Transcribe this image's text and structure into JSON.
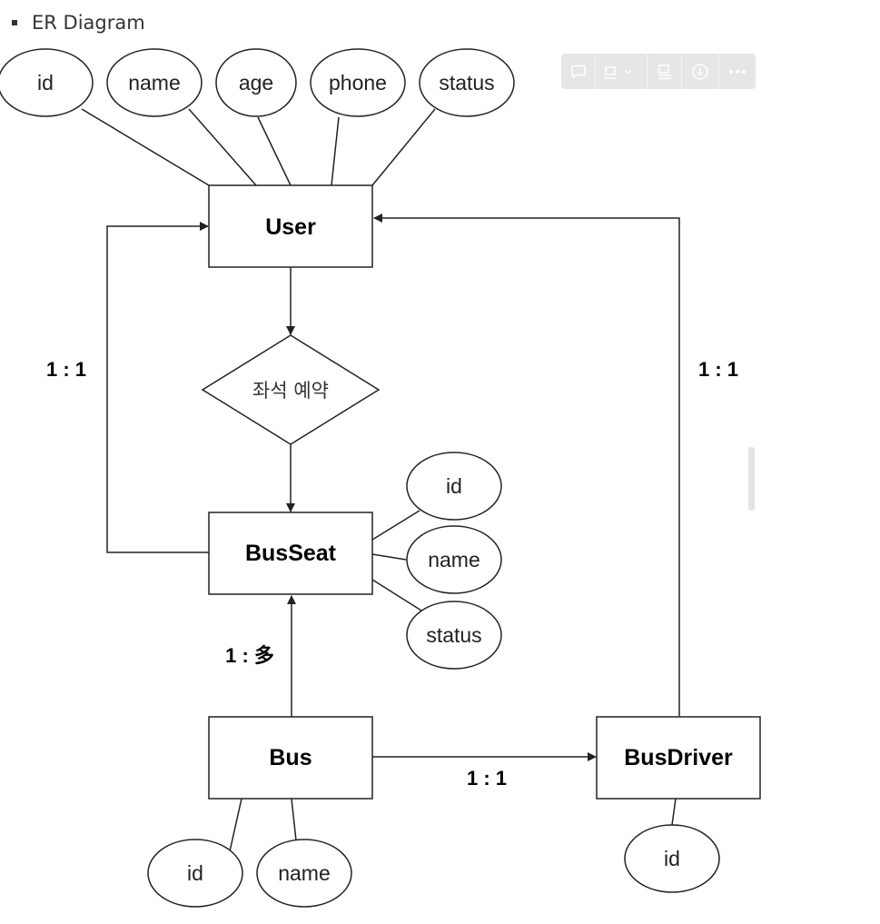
{
  "heading": "ER Diagram",
  "toolbar": {
    "buttons": [
      "comment-icon",
      "layout-icon",
      "align-icon",
      "download-icon",
      "more-icon"
    ]
  },
  "entities": {
    "user": "User",
    "busseat": "BusSeat",
    "bus": "Bus",
    "busdriver": "BusDriver"
  },
  "relationship": "좌석 예약",
  "attributes": {
    "user": [
      "id",
      "name",
      "age",
      "phone",
      "status"
    ],
    "busseat": [
      "id",
      "name",
      "status"
    ],
    "bus": [
      "id",
      "name"
    ],
    "busdriver": [
      "id"
    ]
  },
  "cardinalities": {
    "user_busseat": "1 : 1",
    "user_busdriver": "1 : 1",
    "bus_busseat": "1 : 多",
    "bus_busdriver": "1 : 1"
  },
  "colors": {
    "line": "#222222",
    "toolbar_bg": "#e6e6e6",
    "icon": "#ffffff"
  }
}
